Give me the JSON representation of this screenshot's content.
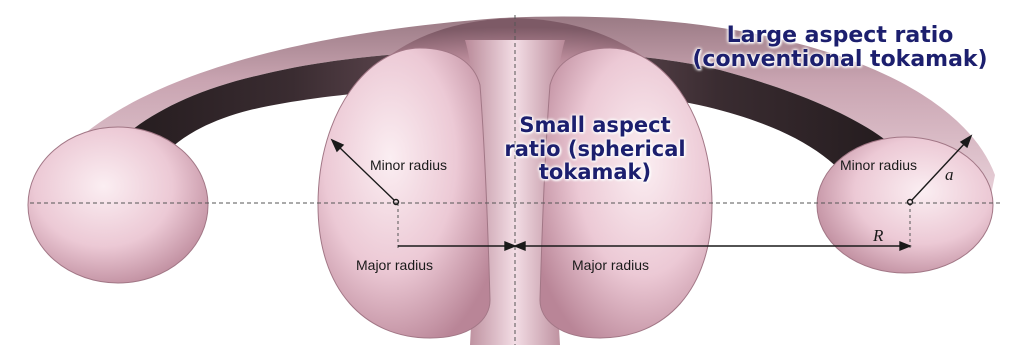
{
  "large_title": {
    "line1": "Large aspect ratio",
    "line2": "(conventional tokamak)"
  },
  "small_title": {
    "line1": "Small aspect",
    "line2": "ratio (spherical",
    "line3": "tokamak)"
  },
  "labels": {
    "spherical_minor_radius": "Minor radius",
    "spherical_major_radius": "Major radius",
    "conventional_major_radius": "Major radius",
    "conventional_minor_radius": "Minor radius",
    "minor_symbol": "a",
    "major_symbol": "R"
  },
  "colors": {
    "title": "#1c1f6e",
    "plasma_light": "#f6e3ea",
    "plasma_mid": "#d8a8b8",
    "plasma_dark": "#6e4c55",
    "torus_interior": "#2e2326"
  }
}
